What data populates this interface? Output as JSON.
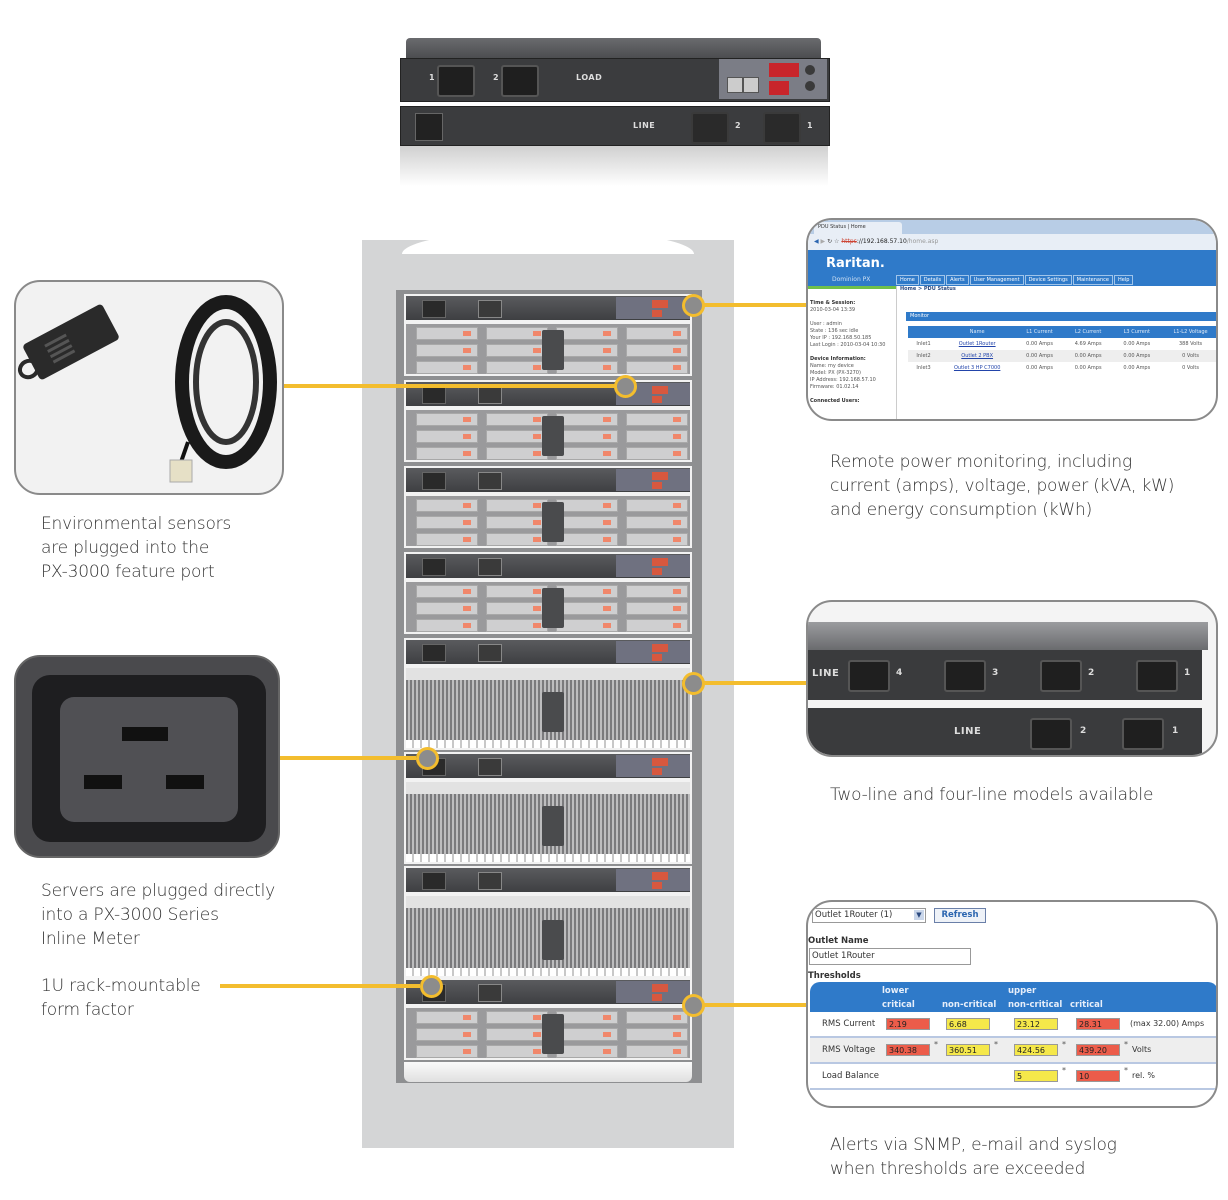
{
  "top_device": {
    "load_label": "LOAD",
    "line_label": "LINE",
    "load_outlets": [
      "1",
      "2"
    ],
    "line_inlets": [
      "2",
      "1"
    ]
  },
  "callouts": {
    "env_sensors": {
      "lines": [
        "Environmental sensors",
        "are plugged into the",
        "PX-3000 feature port"
      ]
    },
    "servers_plugged": {
      "lines": [
        "Servers are plugged directly",
        "into a PX-3000 Series",
        "Inline Meter"
      ]
    },
    "form_factor": {
      "lines": [
        "1U rack-mountable",
        "form factor"
      ]
    },
    "remote_monitoring": {
      "lines": [
        "Remote power monitoring, including",
        "current (amps), voltage, power (kVA, kW)",
        "and energy consumption (kWh)"
      ]
    },
    "line_models": {
      "lines": [
        "Two-line and four-line models available"
      ]
    },
    "alerts": {
      "lines": [
        "Alerts via SNMP, e-mail and syslog",
        "when thresholds are exceeded"
      ]
    }
  },
  "status_screen": {
    "tab_title": "PDU Status | Home",
    "url_scheme": "https",
    "url_host": "://192.168.57.10",
    "url_path": "/home.asp",
    "brand": "Raritan.",
    "product": "Dominion PX",
    "nav": [
      "Home",
      "Details",
      "Alerts",
      "User Management",
      "Device Settings",
      "Maintenance",
      "Help"
    ],
    "breadcrumb": "Home > PDU Status",
    "sidebar": {
      "time_heading": "Time & Session:",
      "time_value": "2010-03-04 13:39",
      "user": "User : admin",
      "state": "State : 136 sec idle",
      "your_ip": "Your IP : 192.168.50.185",
      "last_login": "Last Login : 2010-03-04 10:30",
      "device_heading": "Device Information:",
      "name": "Name: my device",
      "model": "Model: PX (PX-3270)",
      "ip": "IP Address: 192.168.57.10",
      "firmware": "Firmware: 01.02.14",
      "users_heading": "Connected Users:"
    },
    "monitor_title": "Monitor",
    "columns": [
      "",
      "Name",
      "L1 Current",
      "L2 Current",
      "L3 Current",
      "L1-L2 Voltage"
    ],
    "rows": [
      [
        "Inlet1",
        "Outlet 1Router",
        "0.00 Amps",
        "4.69 Amps",
        "0.00 Amps",
        "388 Volts"
      ],
      [
        "Inlet2",
        "Outlet 2 PBX",
        "0.00 Amps",
        "0.00 Amps",
        "0.00 Amps",
        "0 Volts"
      ],
      [
        "Inlet3",
        "Outlet 3 HP C7000",
        "0.00 Amps",
        "0.00 Amps",
        "0.00 Amps",
        "0 Volts"
      ]
    ]
  },
  "line_models_image": {
    "line_label": "LINE",
    "four_line_inlets": [
      "4",
      "3",
      "2",
      "1"
    ],
    "two_line_inlets": [
      "2",
      "1"
    ]
  },
  "threshold_screen": {
    "outlet_select": "Outlet 1Router (1)",
    "refresh_label": "Refresh",
    "outlet_name_label": "Outlet Name",
    "outlet_name_value": "Outlet 1Router",
    "thresholds_label": "Thresholds",
    "header_top": [
      "lower",
      "upper"
    ],
    "header_bottom": [
      "critical",
      "non-critical",
      "non-critical",
      "critical"
    ],
    "rows": [
      {
        "label": "RMS Current",
        "values": [
          "2.19",
          "6.68",
          "23.12",
          "28.31"
        ],
        "unit": "(max 32.00) Amps"
      },
      {
        "label": "RMS Voltage",
        "values": [
          "340.38",
          "360.51",
          "424.56",
          "439.20"
        ],
        "unit": "Volts"
      },
      {
        "label": "Load Balance",
        "values": [
          "",
          "",
          "5",
          "10"
        ],
        "unit": "rel. %"
      }
    ],
    "colors": {
      "critical": "#ec5c4a",
      "non_critical": "#f5e84a",
      "header": "#2f7ac9"
    }
  },
  "colors": {
    "callout_line": "#f3bd2e",
    "rack": "#d4d5d6",
    "drive_led": "#f0876b"
  }
}
